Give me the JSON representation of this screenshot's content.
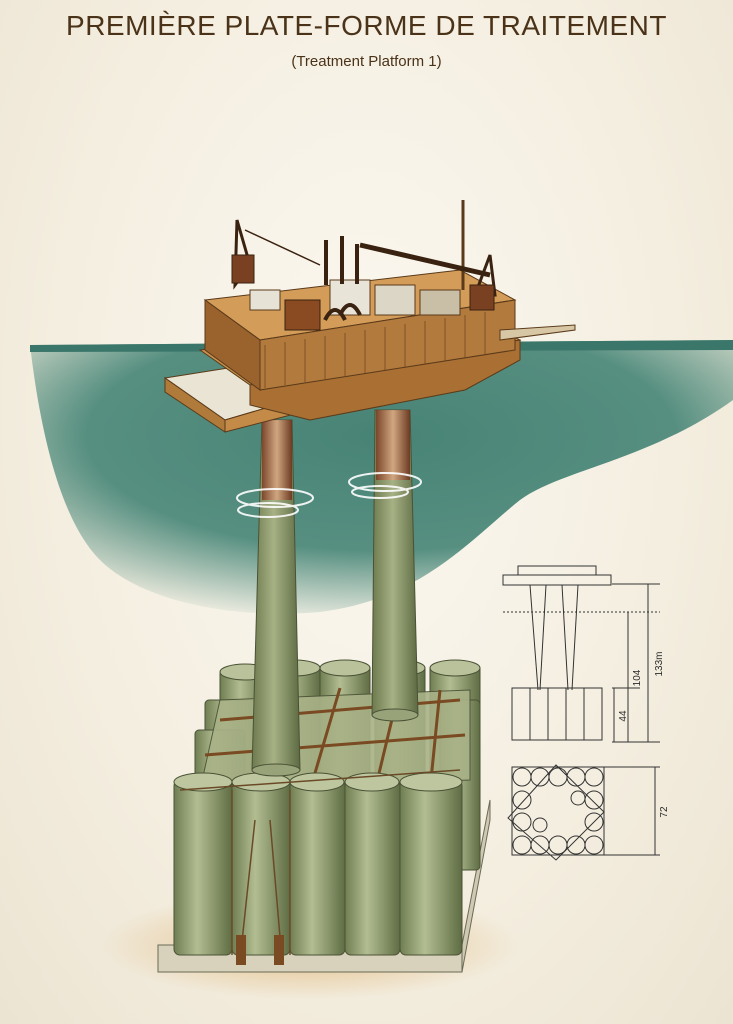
{
  "title": "PREMIÈRE PLATE-FORME DE TRAITEMENT",
  "subtitle": "(Treatment Platform 1)",
  "dimensions": {
    "height_total": "133m",
    "height_mid": "104",
    "height_base": "44",
    "width_base": "72"
  },
  "colors": {
    "sea": "#3f7f70",
    "column": "#8e9c6a",
    "deck": "#b8823f",
    "ink": "#4a3318"
  }
}
